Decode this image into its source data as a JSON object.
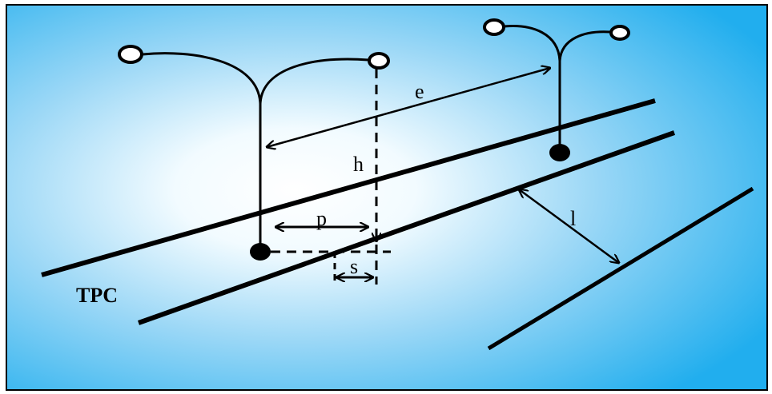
{
  "labels": {
    "tpc": "TPC",
    "e": "e",
    "h": "h",
    "p": "p",
    "s": "s",
    "l": "l"
  },
  "colors": {
    "background_center": "#ffffff",
    "background_edge": "#21aeee",
    "stroke": "#000000",
    "lamp_fill": "#ffffff"
  }
}
